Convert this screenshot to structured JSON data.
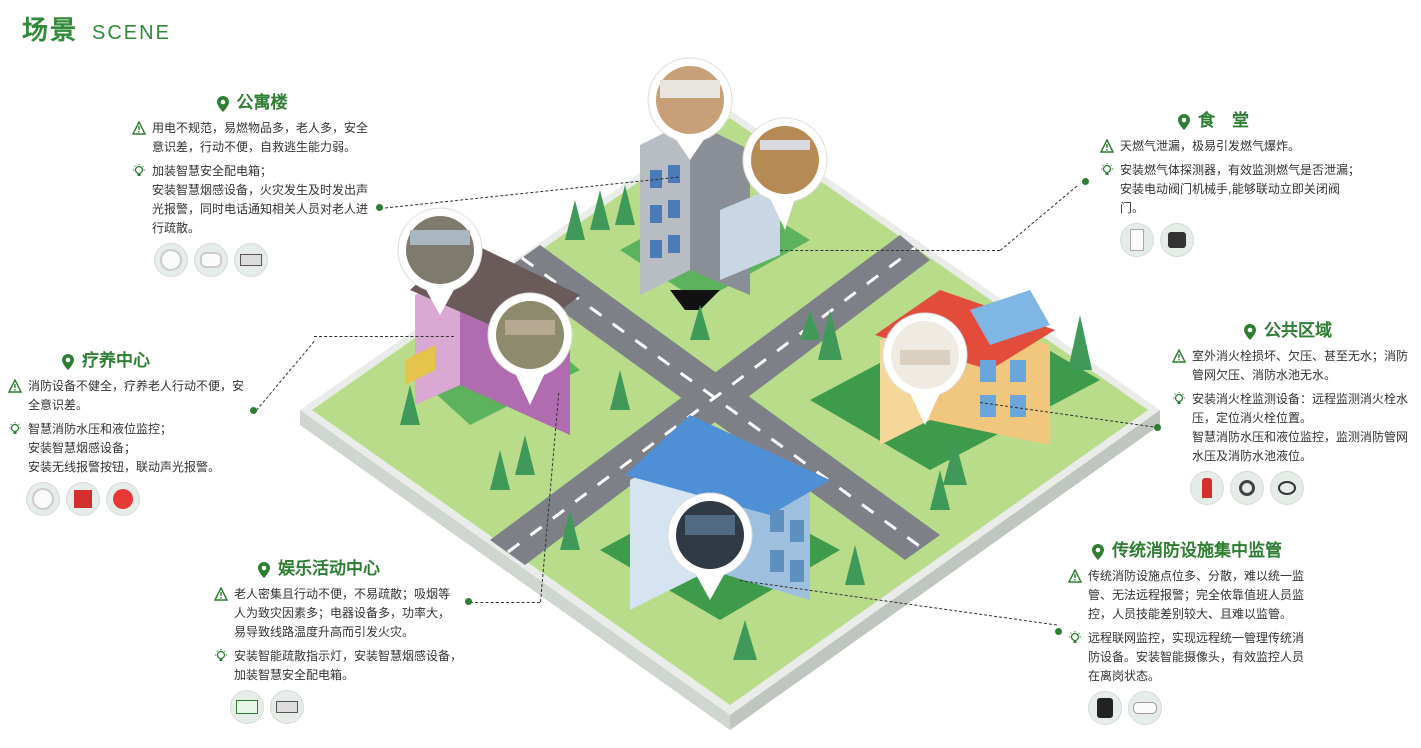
{
  "header": {
    "title_cn": "场景",
    "title_en": "SCENE"
  },
  "panels": {
    "apartment": {
      "title": "公寓楼",
      "warning": "用电不规范，易燃物品多，老人多，安全\n意识差，行动不便，自救逃生能力弱。",
      "solution": "加装智慧安全配电箱；\n安装智慧烟感设备，火灾发生及时发出声\n光报警，同时电话通知相关人员对老人进\n行疏散。",
      "devices": [
        "smoke-detector-icon",
        "smoke-sensor-icon",
        "distribution-box-icon"
      ]
    },
    "canteen": {
      "title": "食　堂",
      "warning": "天燃气泄漏，极易引发燃气爆炸。",
      "solution": "安装燃气体探测器，有效监测燃气是否泄漏；\n安装电动阀门机械手,能够联动立即关闭阀门。",
      "devices": [
        "gas-detector-icon",
        "valve-manipulator-icon"
      ]
    },
    "care": {
      "title": "疗养中心",
      "warning": "消防设备不健全，疗养老人行动不便，安\n全意识差。",
      "solution": "智慧消防水压和液位监控；\n安装智慧烟感设备；\n安装无线报警按钮，联动声光报警。",
      "devices": [
        "smoke-detector-icon",
        "alarm-button-icon",
        "sound-light-alarm-icon"
      ]
    },
    "public": {
      "title": "公共区域",
      "warning": "室外消火栓损坏、欠压、甚至无水；消防\n管网欠压、消防水池无水。",
      "solution": "安装消火栓监测设备：远程监测消火栓水\n压，定位消火栓位置。\n智慧消防水压和液位监控，监测消防管网\n水压及消防水池液位。",
      "devices": [
        "fire-hydrant-icon",
        "pressure-monitor-icon",
        "level-sensor-icon"
      ]
    },
    "entertainment": {
      "title": "娱乐活动中心",
      "warning": "老人密集且行动不便，不易疏散；吸烟等\n人为致灾因素多；电器设备多，功率大，\n易导致线路温度升高而引发火灾。",
      "solution": "安装智能疏散指示灯，安装智慧烟感设备，\n加装智慧安全配电箱。",
      "devices": [
        "evacuation-sign-icon",
        "distribution-box-icon"
      ]
    },
    "firefacility": {
      "title": "传统消防设施集中监管",
      "warning": "传统消防设施点位多、分散，难以统一监\n管、无法远程报警；完全依靠值班人员监\n控，人员技能差别较大、且难以监管。",
      "solution": "远程联网监控，实现远程统一管理传统消\n防设备。安装智能摄像头，有效监控人员\n在离岗状态。",
      "devices": [
        "network-terminal-icon",
        "smart-camera-icon"
      ]
    }
  },
  "colors": {
    "brand": "#2e7d32",
    "grass": "#b9dc8a",
    "road": "#7d8187",
    "tree": "#3f9a5a"
  }
}
